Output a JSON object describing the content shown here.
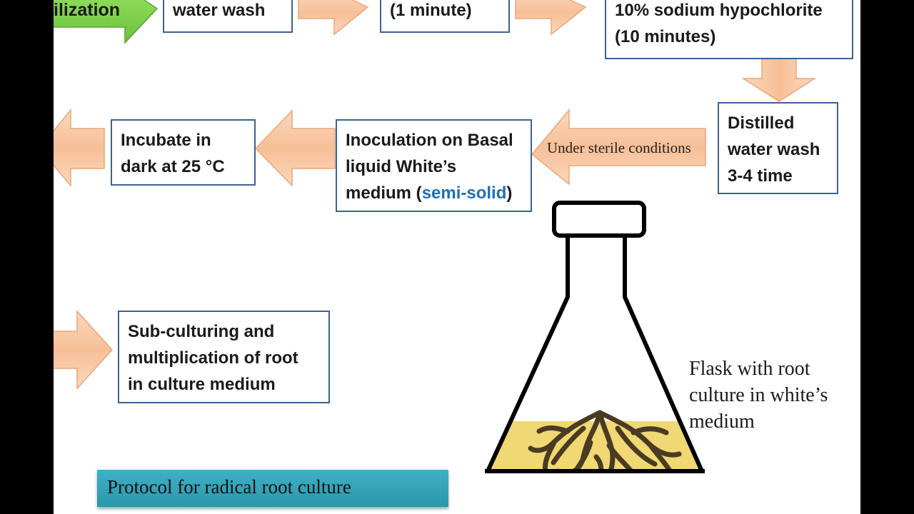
{
  "flow": {
    "stage_sterilization": "ilization",
    "box_water_wash": "water wash",
    "box_one_minute": "(1 minute)",
    "box_hypochlorite": {
      "line1": "10% sodium hypochlorite",
      "line2": "(10 minutes)"
    },
    "box_distilled": {
      "line1": "Distilled",
      "line2": "water wash",
      "line3": "3-4 time"
    },
    "arrow_label_sterile": "Under sterile conditions",
    "box_inoculation": {
      "line1": "Inoculation on Basal",
      "line2": "liquid White’s",
      "line3_pre": "medium (",
      "line3_highlight": "semi-solid",
      "line3_post": ")"
    },
    "box_incubate": {
      "line1": "Incubate in",
      "line2": "dark at 25 °C"
    },
    "box_subculture": {
      "line1": "Sub-culturing and",
      "line2": "multiplication of root",
      "line3": "in culture medium"
    }
  },
  "flask_note": {
    "line1": "Flask with root",
    "line2": "culture in white’s",
    "line3": "medium"
  },
  "caption": "Protocol for radical root culture",
  "colors": {
    "arrow_fill": "#f9c7a3",
    "arrow_stroke": "#eba577",
    "box_border": "#3b6392",
    "stage_green": "#7fd34e",
    "highlight_blue": "#1f6fb8",
    "medium_yellow": "#f0d874",
    "root_brown": "#4a3b22",
    "caption_teal": "#2fa4ba"
  }
}
